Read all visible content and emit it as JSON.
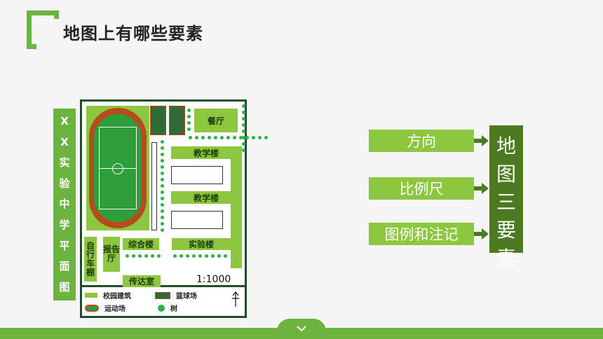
{
  "page": {
    "title": "地图上有哪些要素"
  },
  "map": {
    "vertical_title": [
      "X",
      "X",
      "实",
      "验",
      "中",
      "学",
      "平",
      "面",
      "图"
    ],
    "buildings": {
      "canteen": "餐厅",
      "teaching1": "教学楼",
      "teaching2": "教学楼",
      "complex": "综合楼",
      "lab": "实验楼",
      "bike_shed": "自行车棚",
      "hall": "报告厅",
      "gate": "传达室"
    },
    "scale": "1:1000",
    "legend": {
      "building": "校园建筑",
      "basketball": "篮球场",
      "sports": "运动场",
      "tree": "树"
    }
  },
  "flow": {
    "items": [
      "方向",
      "比例尺",
      "图例和注记"
    ],
    "target_chars": [
      "地",
      "图",
      "三",
      "要",
      "素"
    ]
  },
  "colors": {
    "accent": "#6db33f",
    "dark": "#4b7a23",
    "block": "#8dc63f",
    "border": "#1f4d2c"
  }
}
